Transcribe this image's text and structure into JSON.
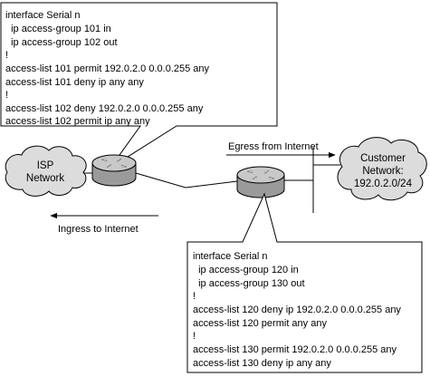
{
  "clouds": {
    "isp": {
      "line1": "ISP",
      "line2": "Network"
    },
    "customer": {
      "line1": "Customer",
      "line2": "Network:",
      "line3": "192.0.2.0/24"
    }
  },
  "flows": {
    "egress_label": "Egress from Internet",
    "ingress_label": "Ingress to Internet"
  },
  "config_top": {
    "lines": [
      "interface Serial n",
      "  ip access-group 101 in",
      "  ip access-group 102 out",
      "!",
      "access-list 101 permit 192.0.2.0 0.0.0.255 any",
      "access-list 101 deny ip any any",
      "!",
      "access-list 102 deny 192.0.2.0 0.0.0.255 any",
      "access-list 102 permit ip any any"
    ]
  },
  "config_bottom": {
    "lines": [
      "interface Serial n",
      "  ip access-group 120 in",
      "  ip access-group 130 out",
      "!",
      "access-list 120 deny ip 192.0.2.0 0.0.0.255 any",
      "access-list 120 permit any any",
      "!",
      "access-list 130 permit 192.0.2.0 0.0.0.255 any",
      "access-list 130 deny ip any any"
    ]
  },
  "colors": {
    "cloud_fill": "#dcdcdc",
    "router_top": "#c8c8c8",
    "router_side": "#9a9a9a",
    "router_arrows": "#ffffff",
    "line": "#000000"
  }
}
